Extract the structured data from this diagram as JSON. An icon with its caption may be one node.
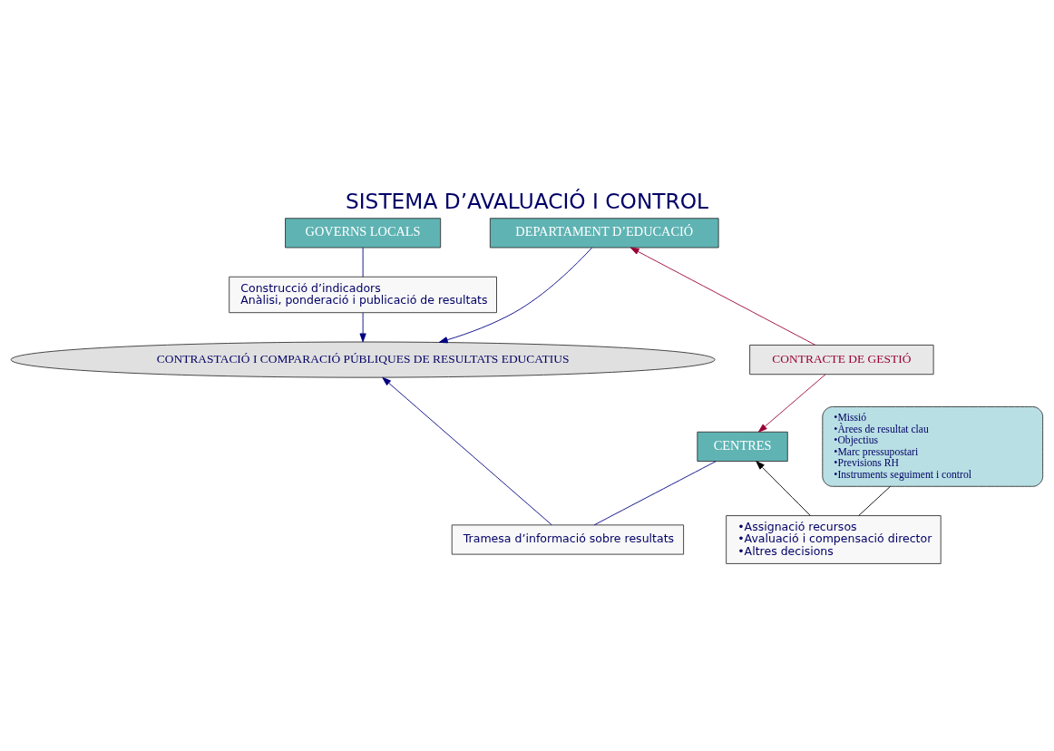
{
  "diagram": {
    "title": "SISTEMA D’AVALUACIÓ I CONTROL",
    "nodes": [
      {
        "text": [
          "DEPARTAMENT D’EDUCACIÓ"
        ]
      },
      {
        "text": [
          "GOVERNS LOCALS"
        ]
      },
      {
        "text": [
          "•Missió",
          "•Àrees de resultat clau",
          "•Objectius",
          "•Marc pressupostari",
          "•Previsions RH",
          "•Instruments seguiment i control"
        ]
      },
      {
        "text": [
          "Construcció d’indicadors",
          "Anàlisi, ponderació i publicació de resultats"
        ]
      },
      {
        "text": [
          "CONTRACTE DE GESTIÓ"
        ]
      },
      {
        "text": [
          "CONTRASTACIÓ I COMPARACIÓ PÚBLIQUES DE RESULTATS EDUCATIUS"
        ]
      },
      {
        "text": [
          "•Assignació recursos",
          "•Avaluació i compensació director",
          "•Altres decisions"
        ]
      },
      {
        "text": [
          "Tramesa d’informació sobre resultats"
        ]
      },
      {
        "text": [
          "CENTRES"
        ]
      }
    ],
    "edges": [
      {
        "from": 0,
        "to": 5,
        "arrow": "to"
      },
      {
        "from": 1,
        "to": 3,
        "arrow": "none"
      },
      {
        "from": 3,
        "to": 5,
        "arrow": "to"
      },
      {
        "from": 4,
        "to": 0,
        "arrow": "to",
        "color": "#990033"
      },
      {
        "from": 4,
        "to": 8,
        "arrow": "to",
        "color": "#990033"
      },
      {
        "from": 2,
        "to": 6,
        "arrow": "none",
        "color": "#000000"
      },
      {
        "from": 6,
        "to": 8,
        "arrow": "to",
        "color": "#000000"
      },
      {
        "from": 8,
        "to": 7,
        "arrow": "none"
      },
      {
        "from": 7,
        "to": 5,
        "arrow": "to"
      }
    ]
  }
}
